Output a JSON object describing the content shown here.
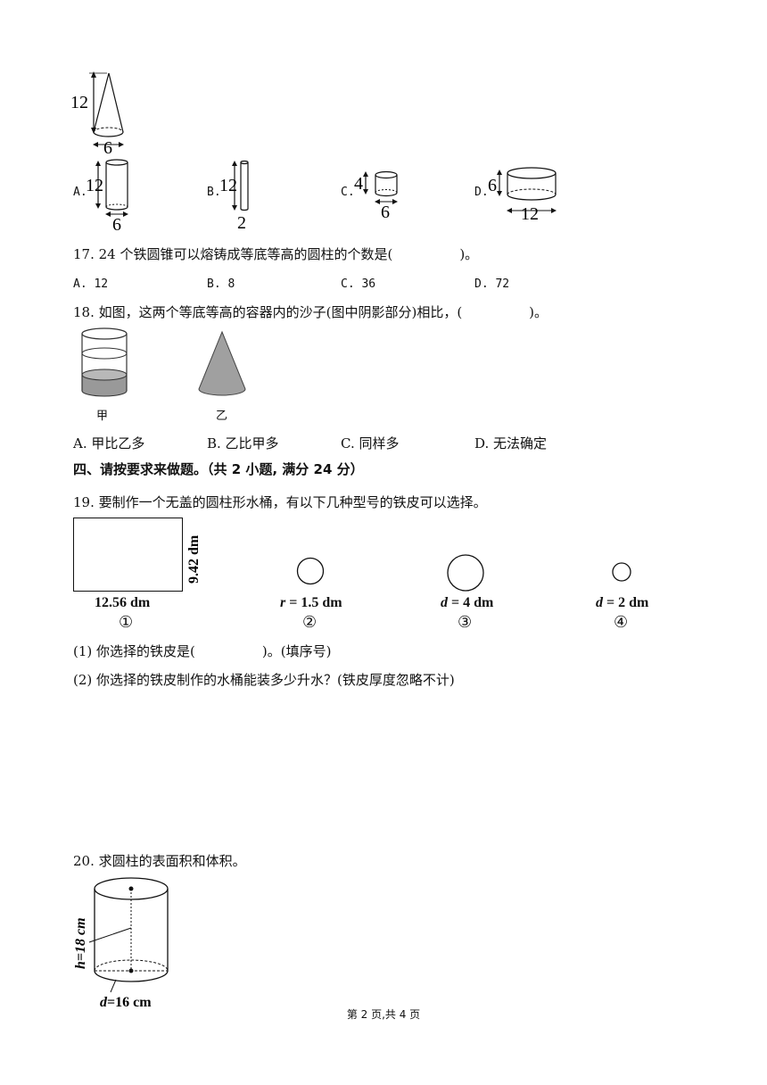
{
  "q16": {
    "cone_height": "12",
    "cone_base": "6",
    "options": [
      {
        "letter": "A.",
        "h": "12",
        "w": "6"
      },
      {
        "letter": "B.",
        "h": "12",
        "w": "2"
      },
      {
        "letter": "C.",
        "h": "4",
        "w": "6"
      },
      {
        "letter": "D.",
        "h": "6",
        "w": "12"
      }
    ]
  },
  "q17": {
    "text": "17. 24 个铁圆锥可以熔铸成等底等高的圆柱的个数是(　　　　　)。",
    "options": [
      "A. 12",
      "B. 8",
      "C. 36",
      "D. 72"
    ]
  },
  "q18": {
    "text": "18. 如图，这两个等底等高的容器内的沙子(图中阴影部分)相比，(　　　　　)。",
    "label_jia": "甲",
    "label_yi": "乙",
    "options": [
      "A. 甲比乙多",
      "B. 乙比甲多",
      "C. 同样多",
      "D. 无法确定"
    ]
  },
  "section4": {
    "title": "四、请按要求来做题。（共 2 小题, 满分 24 分）"
  },
  "q19": {
    "text": "19. 要制作一个无盖的圆柱形水桶，有以下几种型号的铁皮可以选择。",
    "rect_width": "12.56 dm",
    "rect_height": "9.42 dm",
    "r_var": "r",
    "r_val": " = 1.5 dm",
    "d3_var": "d",
    "d3_val": " = 4 dm",
    "d4_var": "d",
    "d4_val": " = 2 dm",
    "num1": "①",
    "num2": "②",
    "num3": "③",
    "num4": "④",
    "sub1": "(1) 你选择的铁皮是(　　　　　)。(填序号)",
    "sub2": "(2) 你选择的铁皮制作的水桶能装多少升水？(铁皮厚度忽略不计)"
  },
  "q20": {
    "text": "20. 求圆柱的表面积和体积。",
    "h_label": "h=18 cm",
    "d_var": "d",
    "d_val": "=16 cm"
  },
  "footer": {
    "page": "第 2 页,共 4 页"
  }
}
